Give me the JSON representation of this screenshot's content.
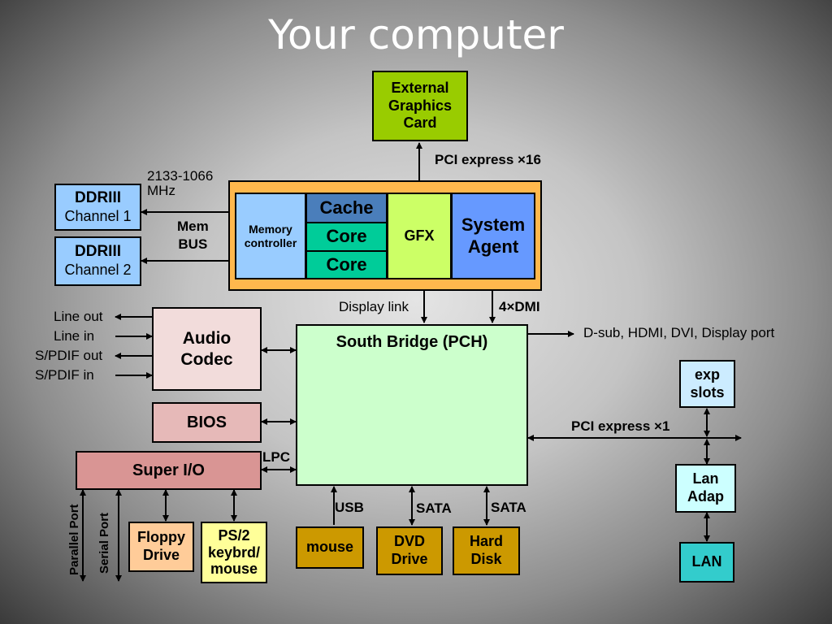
{
  "title": "Your computer",
  "colors": {
    "gpu": "#99cc00",
    "cpu_frame": "#ffb84d",
    "mem_ctrl": "#99ccff",
    "cache": "#4a7ebb",
    "core": "#00cc99",
    "gfx": "#ccff66",
    "system_agent": "#6699ff",
    "pch": "#ccffcc",
    "ddr": "#99ccff",
    "audio": "#f2dcdb",
    "bios": "#e6b9b8",
    "super_io": "#d99594",
    "floppy": "#ffcc99",
    "ps2": "#ffff99",
    "peripheral": "#cc9900",
    "exp": "#ccecff",
    "lan_adap": "#ccffff",
    "lan": "#33cccc"
  },
  "boxes": {
    "gpu": "External\nGraphics\nCard",
    "memory_controller": "Memory\ncontroller",
    "cache": "Cache",
    "core1": "Core",
    "core2": "Core",
    "gfx": "GFX",
    "system_agent": "System\nAgent",
    "ddr1_title": "DDRIII",
    "ddr1_sub": "Channel 1",
    "ddr2_title": "DDRIII",
    "ddr2_sub": "Channel 2",
    "audio_codec": "Audio\nCodec",
    "bios": "BIOS",
    "super_io": "Super I/O",
    "south_bridge": "South Bridge (PCH)",
    "floppy": "Floppy\nDrive",
    "ps2": "PS/2\nkeybrd/\nmouse",
    "mouse": "mouse",
    "dvd": "DVD\nDrive",
    "hdd": "Hard\nDisk",
    "exp_slots": "exp\nslots",
    "lan_adap": "Lan\nAdap",
    "lan": "LAN"
  },
  "labels": {
    "pcie16": "PCI express ×16",
    "mem_speed": "2133-1066\nMHz",
    "mem_bus": "Mem\nBUS",
    "display_link": "Display link",
    "dmi": "4×DMI",
    "display_out": "D-sub, HDMI, DVI, Display port",
    "line_out": "Line out",
    "line_in": "Line in",
    "spdif_out": "S/PDIF out",
    "spdif_in": "S/PDIF in",
    "lpc": "LPC",
    "pcie1": "PCI express ×1",
    "usb": "USB",
    "sata1": "SATA",
    "sata2": "SATA",
    "parallel_port": "Parallel Port",
    "serial_port": "Serial Port"
  }
}
